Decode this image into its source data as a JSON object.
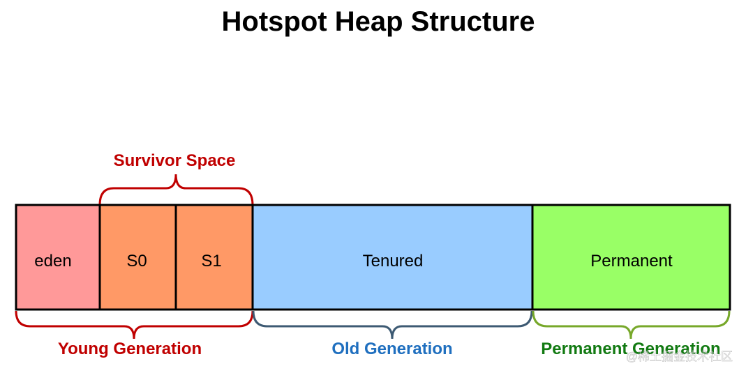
{
  "title": "Hotspot Heap Structure",
  "regions": {
    "eden": {
      "label": "eden",
      "color": "#ff9999"
    },
    "s0": {
      "label": "S0",
      "color": "#ff9966"
    },
    "s1": {
      "label": "S1",
      "color": "#ff9966"
    },
    "tenured": {
      "label": "Tenured",
      "color": "#99ccff"
    },
    "permanent": {
      "label": "Permanent",
      "color": "#99ff66"
    }
  },
  "groups": {
    "survivor": {
      "label": "Survivor Space",
      "color": "#c00000"
    },
    "young": {
      "label": "Young Generation",
      "color": "#c00000"
    },
    "old": {
      "label": "Old Generation",
      "color": "#1f6fbf",
      "brace_color": "#3d5a73"
    },
    "permanent": {
      "label": "Permanent Generation",
      "color": "#127a12",
      "brace_color": "#77a82a"
    }
  },
  "watermark": "@稀土掘金技术社区"
}
